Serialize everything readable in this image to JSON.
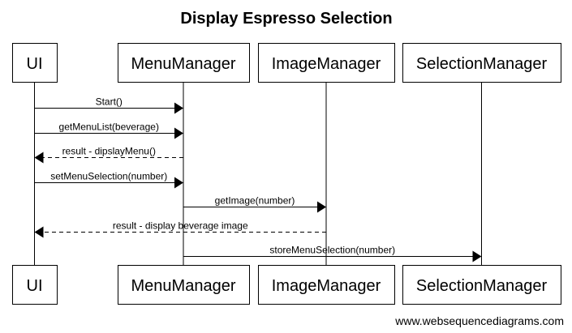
{
  "title": "Display Espresso Selection",
  "participants": [
    {
      "id": "ui",
      "label": "UI"
    },
    {
      "id": "menu",
      "label": "MenuManager"
    },
    {
      "id": "image",
      "label": "ImageManager"
    },
    {
      "id": "selection",
      "label": "SelectionManager"
    }
  ],
  "messages": [
    {
      "from": "ui",
      "to": "menu",
      "label": "Start()",
      "style": "solid"
    },
    {
      "from": "ui",
      "to": "menu",
      "label": "getMenuList(beverage)",
      "style": "solid"
    },
    {
      "from": "menu",
      "to": "ui",
      "label": "result - dipslayMenu()",
      "style": "dashed"
    },
    {
      "from": "ui",
      "to": "menu",
      "label": "setMenuSelection(number)",
      "style": "solid"
    },
    {
      "from": "menu",
      "to": "image",
      "label": "getImage(number)",
      "style": "solid"
    },
    {
      "from": "image",
      "to": "ui",
      "label": "result - display beverage image",
      "style": "dashed"
    },
    {
      "from": "menu",
      "to": "selection",
      "label": "storeMenuSelection(number)",
      "style": "solid"
    }
  ],
  "watermark": "www.websequencediagrams.com"
}
